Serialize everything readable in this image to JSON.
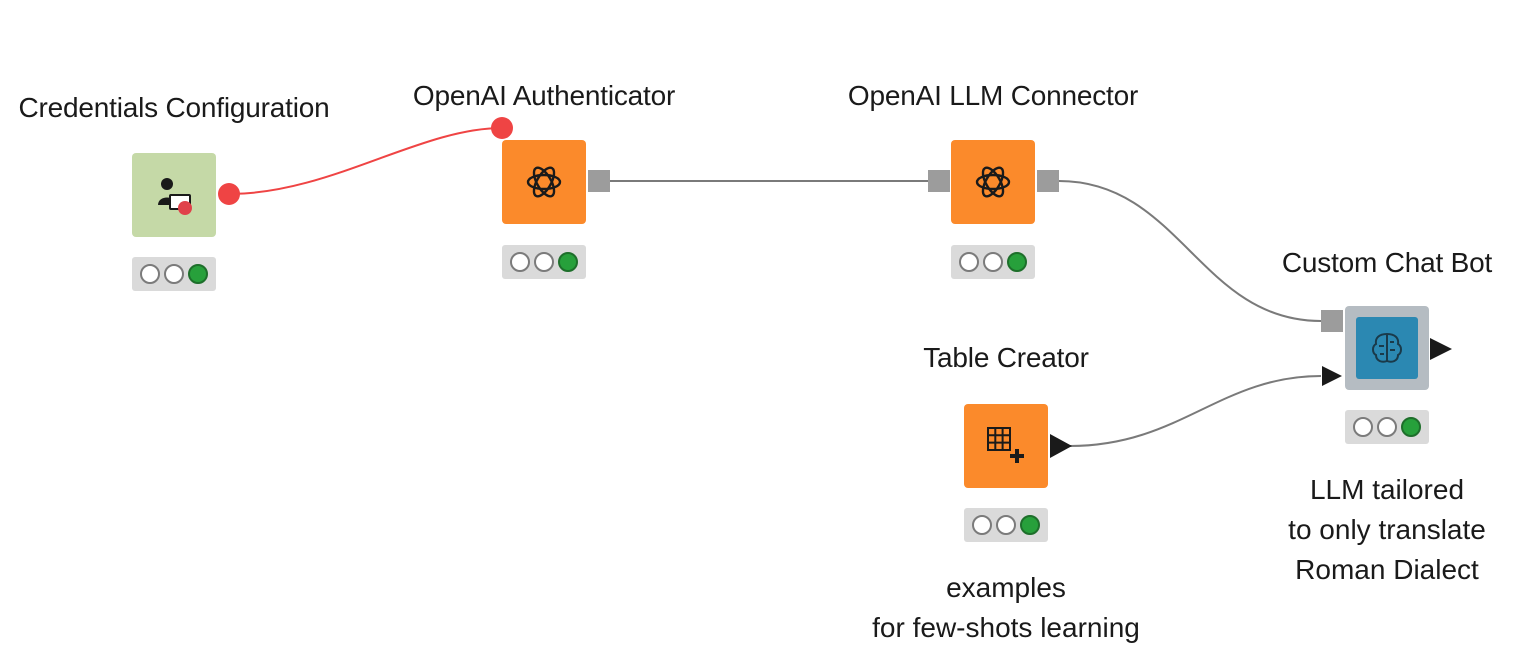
{
  "nodes": {
    "credentials": {
      "title": "Credentials Configuration",
      "icon": "credentials-icon"
    },
    "authenticator": {
      "title": "OpenAI Authenticator",
      "icon": "openai-icon"
    },
    "connector": {
      "title": "OpenAI LLM Connector",
      "icon": "openai-icon"
    },
    "chatbot": {
      "title": "Custom Chat Bot",
      "icon": "brain-icon",
      "annotation": [
        "LLM tailored",
        "to only translate",
        "Roman Dialect"
      ]
    },
    "table_creator": {
      "title": "Table Creator",
      "icon": "table-plus-icon",
      "annotation": [
        "examples",
        "for few-shots learning"
      ]
    }
  },
  "status_lights": [
    "inactive",
    "inactive",
    "executed"
  ],
  "colors": {
    "orange_node": "#fb8a2b",
    "config_node": "#c5d9a7",
    "chatbot_frame": "#b5bcc2",
    "chatbot_inner": "#2b88b2",
    "credential_port": "#ef4444",
    "status_green": "#27a03b",
    "connection_gray": "#7a7a7a"
  }
}
